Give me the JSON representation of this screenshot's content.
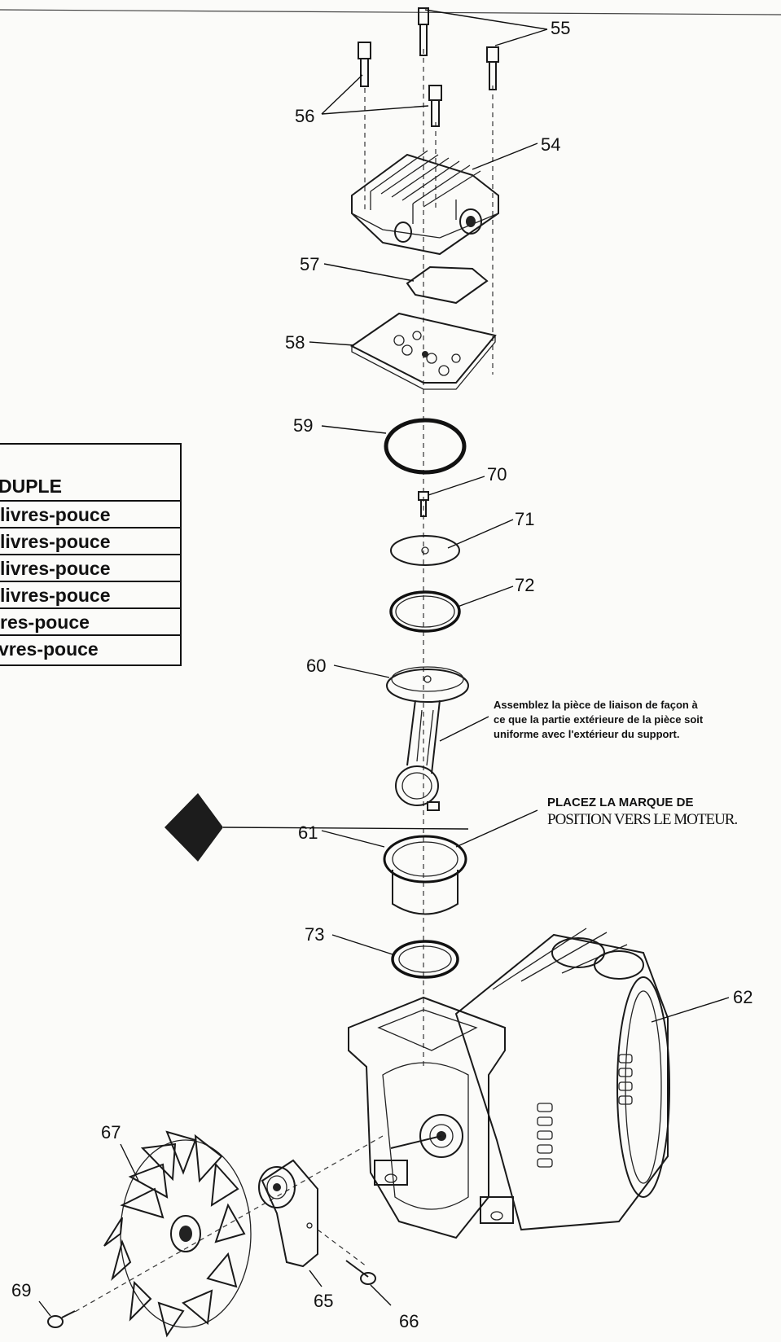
{
  "torque_table": {
    "header": "DUPLE",
    "rows": [
      "livres-pouce",
      "livres-pouce",
      "livres-pouce",
      "livres-pouce",
      "res-pouce",
      "vres-pouce"
    ]
  },
  "callouts": {
    "c55": "55",
    "c56": "56",
    "c54": "54",
    "c57": "57",
    "c58": "58",
    "c59": "59",
    "c70": "70",
    "c71": "71",
    "c72": "72",
    "c60": "60",
    "c61": "61",
    "c73": "73",
    "c62": "62",
    "c67": "67",
    "c65": "65",
    "c66": "66",
    "c69": "69"
  },
  "notes": {
    "assembly_line1": "Assemblez la pièce de liaison de façon à",
    "assembly_line2": "ce que la partie extérieure de la pièce soit",
    "assembly_line3": "uniforme avec l'extérieur du support.",
    "mark_line1": "PLACEZ LA MARQUE DE",
    "mark_line2": "POSITION VERS LE MOTEUR."
  },
  "colors": {
    "ink": "#111111",
    "paper": "#fbfbf9"
  }
}
